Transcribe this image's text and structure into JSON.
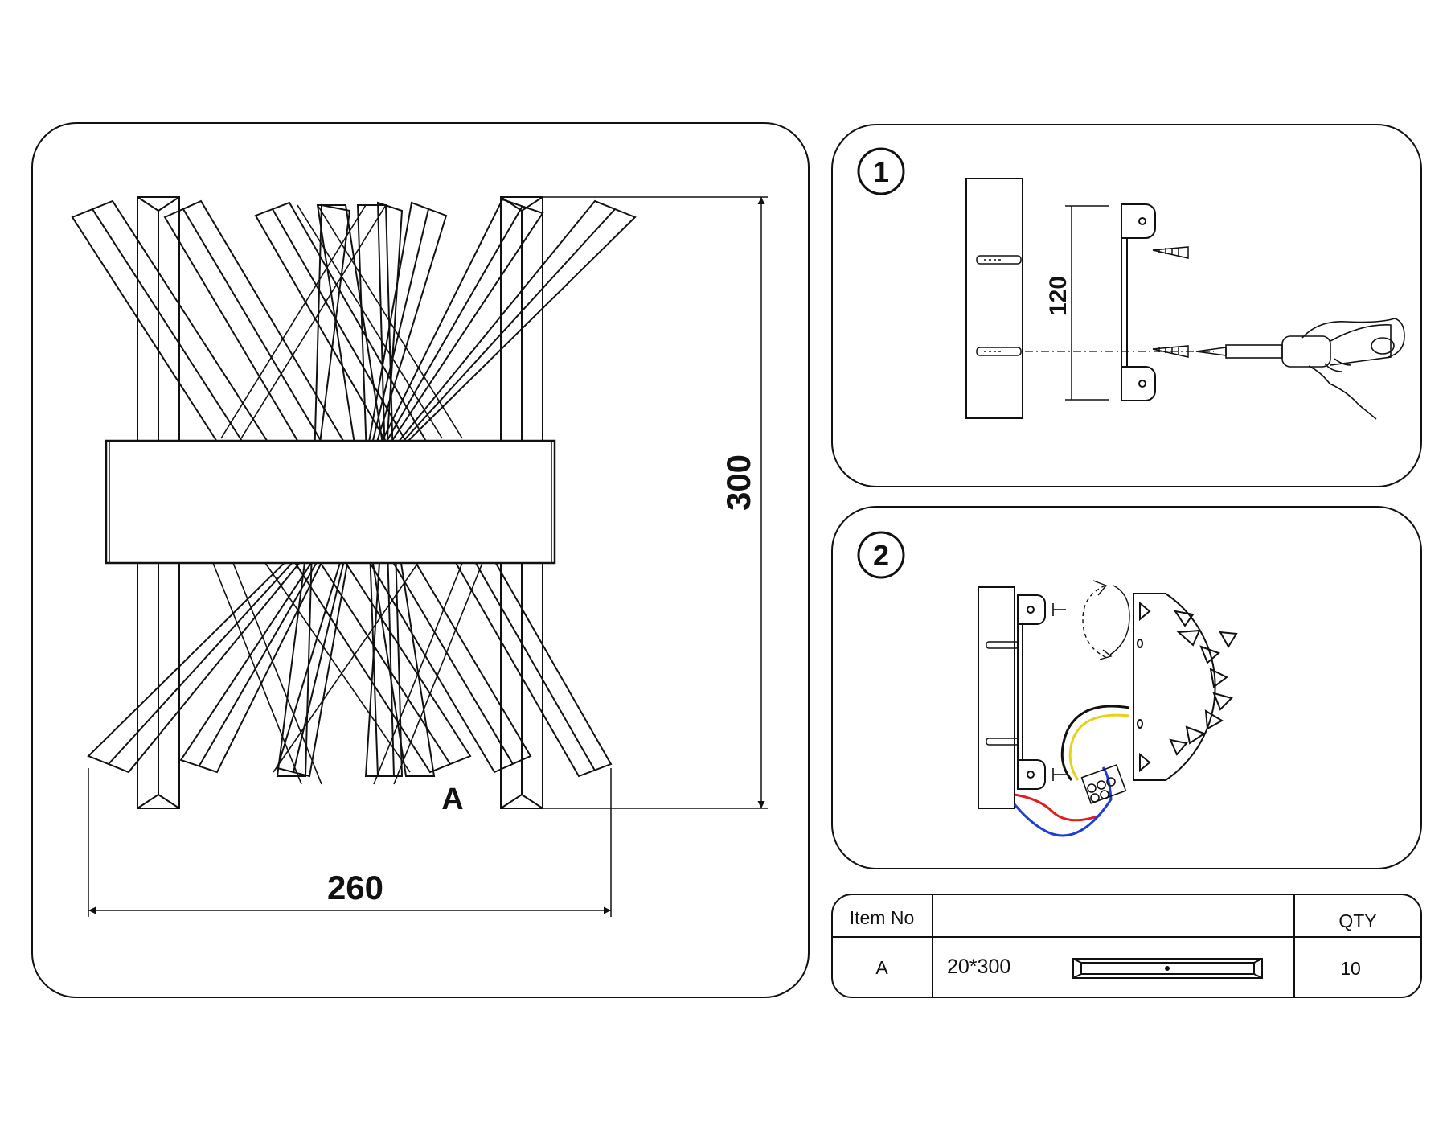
{
  "main_view": {
    "width_dim": "260",
    "height_dim": "300",
    "part_label": "A"
  },
  "step1": {
    "number": "1",
    "spacing_dim": "120"
  },
  "step2": {
    "number": "2"
  },
  "parts_table": {
    "headers": {
      "item_no": "Item No",
      "description": "",
      "qty": "QTY"
    },
    "rows": [
      {
        "item": "A",
        "size": "20*300",
        "qty": "10"
      }
    ]
  },
  "colors": {
    "line": "#111111",
    "wire_red": "#e11d1d",
    "wire_blue": "#1d3fd6",
    "wire_yellow": "#e6d21a"
  }
}
